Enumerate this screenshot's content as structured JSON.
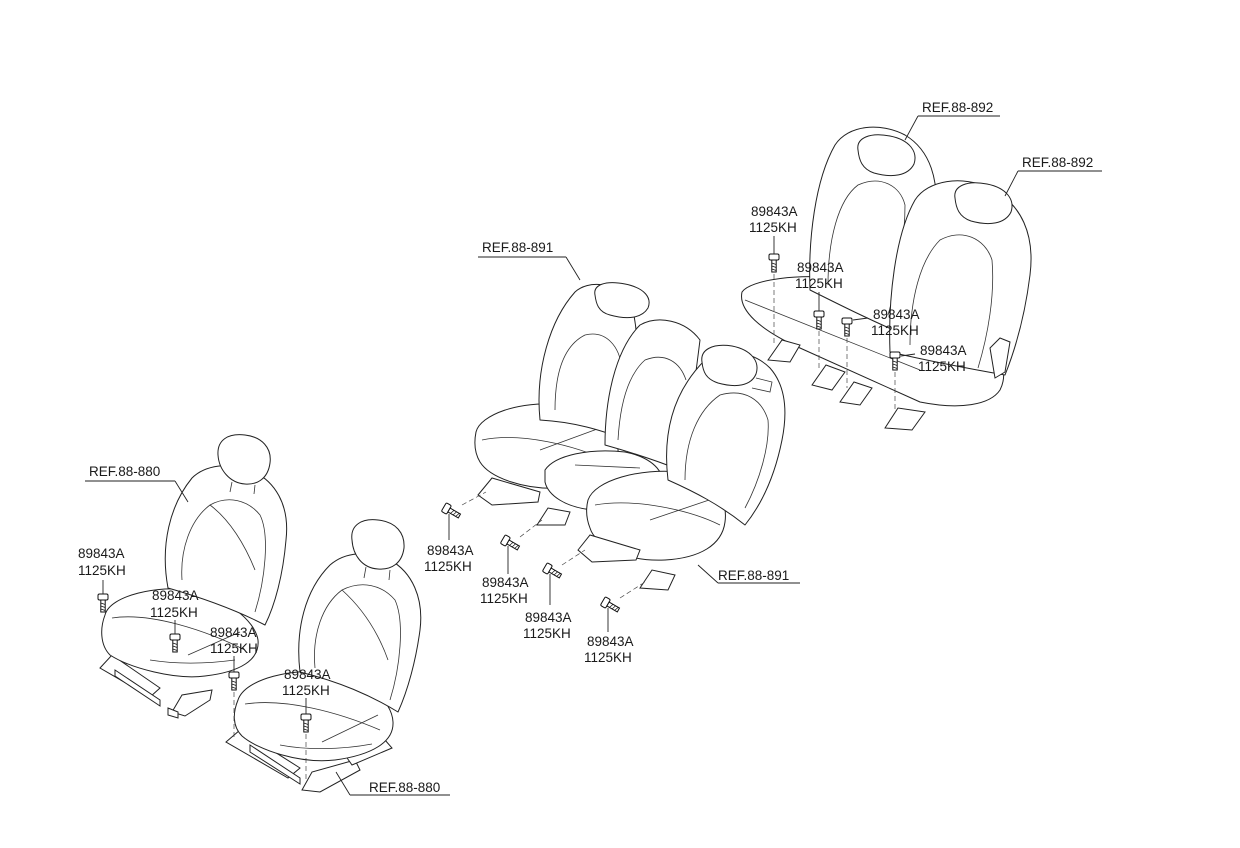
{
  "diagram": {
    "refs": {
      "front_left": "REF.88-880",
      "front_right": "REF.88-880",
      "second_row_back": "REF.88-891",
      "second_row_cushion": "REF.88-891",
      "third_row_left": "REF.88-892",
      "third_row_right": "REF.88-892"
    },
    "callouts": [
      {
        "part_a": "89843A",
        "part_b": "1125KH"
      },
      {
        "part_a": "89843A",
        "part_b": "1125KH"
      },
      {
        "part_a": "89843A",
        "part_b": "1125KH"
      },
      {
        "part_a": "89843A",
        "part_b": "1125KH"
      },
      {
        "part_a": "89843A",
        "part_b": "1125KH"
      },
      {
        "part_a": "89843A",
        "part_b": "1125KH"
      },
      {
        "part_a": "89843A",
        "part_b": "1125KH"
      },
      {
        "part_a": "89843A",
        "part_b": "1125KH"
      },
      {
        "part_a": "89843A",
        "part_b": "1125KH"
      },
      {
        "part_a": "89843A",
        "part_b": "1125KH"
      },
      {
        "part_a": "89843A",
        "part_b": "1125KH"
      },
      {
        "part_a": "89843A",
        "part_b": "1125KH"
      }
    ]
  }
}
